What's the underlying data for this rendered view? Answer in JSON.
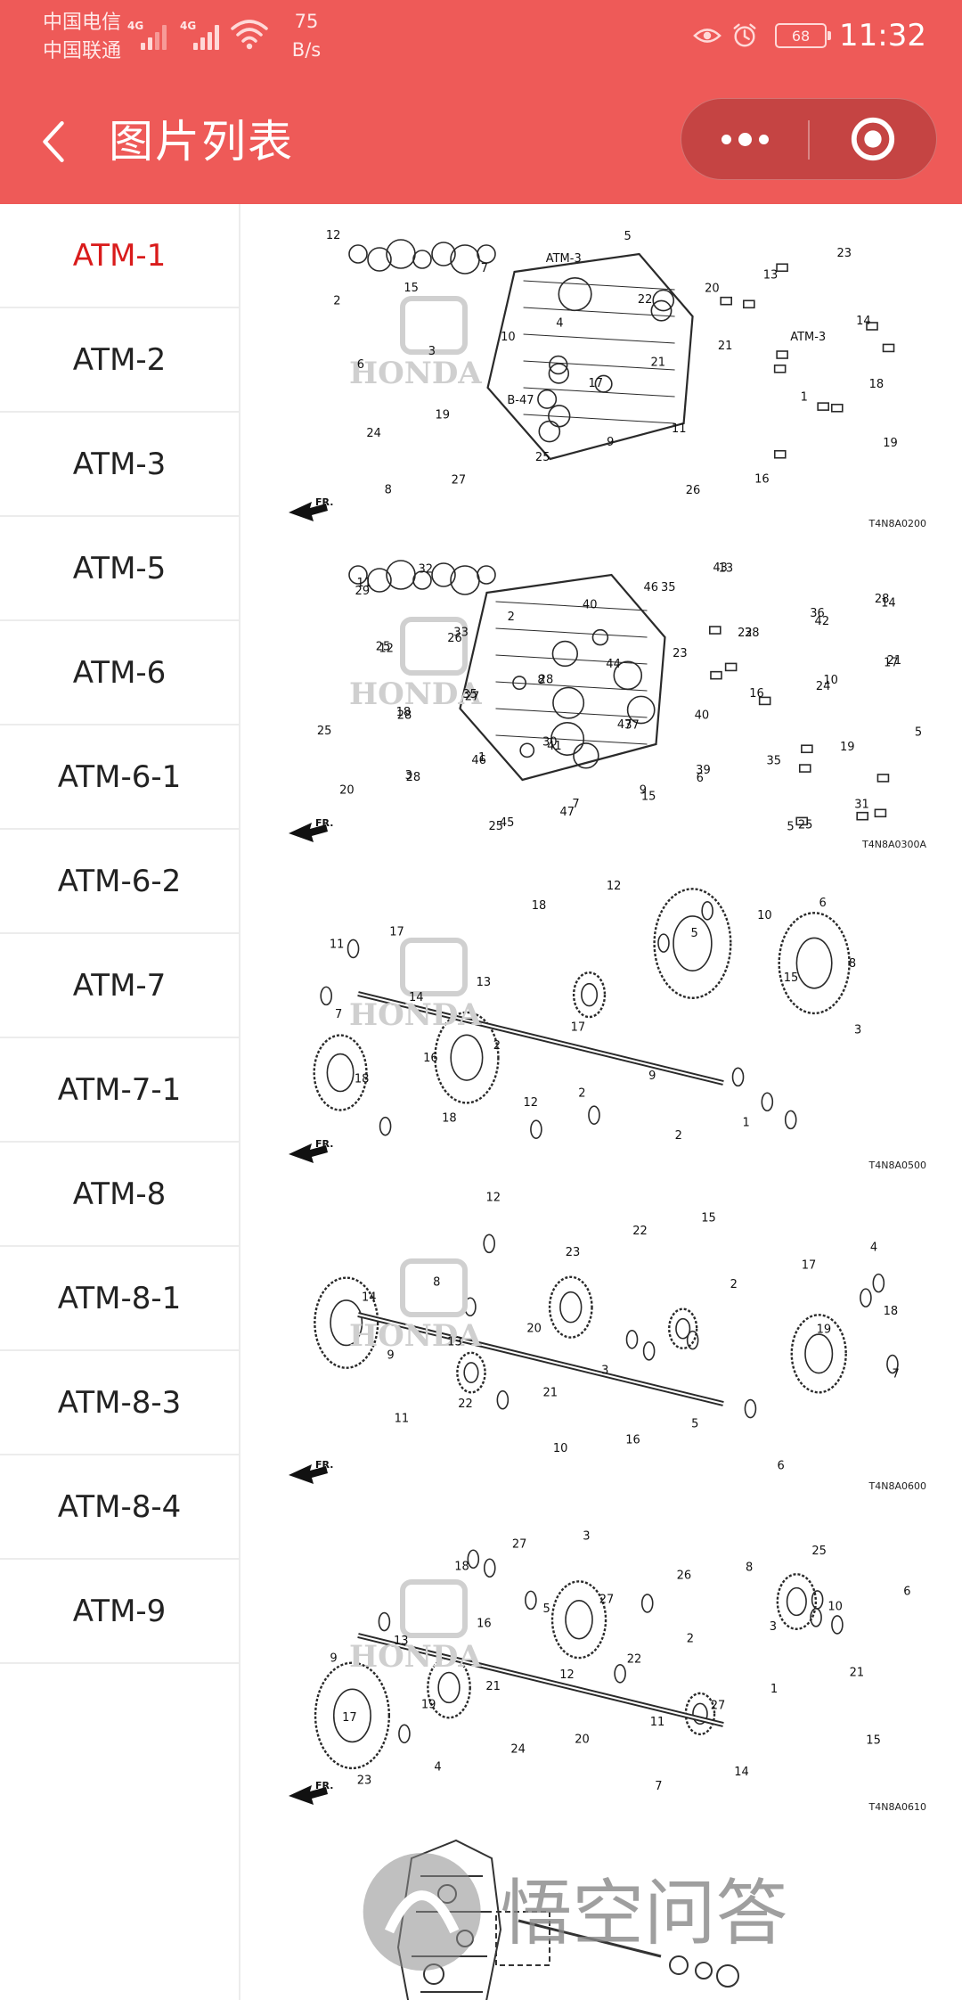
{
  "status_bar": {
    "carrier_1": "中国电信",
    "carrier_2": "中国联通",
    "network_1": "4G",
    "network_2": "4G",
    "speed_value": "75",
    "speed_unit": "B/s",
    "battery": "68",
    "time": "11:32"
  },
  "header": {
    "title": "图片列表"
  },
  "sidebar": {
    "items": [
      {
        "label": "ATM-1",
        "active": true
      },
      {
        "label": "ATM-2"
      },
      {
        "label": "ATM-3"
      },
      {
        "label": "ATM-5"
      },
      {
        "label": "ATM-6"
      },
      {
        "label": "ATM-6-1"
      },
      {
        "label": "ATM-6-2"
      },
      {
        "label": "ATM-7"
      },
      {
        "label": "ATM-7-1"
      },
      {
        "label": "ATM-8"
      },
      {
        "label": "ATM-8-1"
      },
      {
        "label": "ATM-8-3"
      },
      {
        "label": "ATM-8-4"
      },
      {
        "label": "ATM-9"
      }
    ]
  },
  "diagrams": [
    {
      "code": "T4N8A0200",
      "fr": "FR.",
      "brand": "HONDA",
      "labels": [
        "12",
        "15",
        "10",
        "17",
        "11",
        "16",
        "23",
        "2",
        "3",
        "B-47",
        "9",
        "26",
        "13",
        "14",
        "6",
        "19",
        "25",
        "5",
        "20",
        "ATM-3",
        "18",
        "24",
        "27",
        "ATM-3",
        "22",
        "21",
        "1",
        "19",
        "8",
        "7",
        "4",
        "21"
      ]
    },
    {
      "code": "T4N8A0300A",
      "fr": "FR.",
      "brand": "HONDA",
      "labels": [
        "11",
        "33",
        "8",
        "37",
        "39",
        "25",
        "28",
        "25",
        "35",
        "30",
        "9",
        "43",
        "36",
        "21",
        "28",
        "46",
        "7",
        "35",
        "38",
        "10",
        "25",
        "28",
        "25",
        "40",
        "23",
        "16",
        "19",
        "20",
        "32",
        "2",
        "44",
        "40",
        "35",
        "31",
        "29",
        "26",
        "28",
        "47",
        "6",
        "5",
        "14",
        "12",
        "27",
        "41",
        "15",
        "13",
        "42",
        "17",
        "18",
        "1",
        "47",
        "46",
        "22",
        "24",
        "5",
        "3",
        "45"
      ]
    },
    {
      "code": "T4N8A0500",
      "fr": "FR.",
      "brand": "HONDA",
      "labels": [
        "17",
        "13",
        "17",
        "9",
        "1",
        "6",
        "11",
        "14",
        "2",
        "2",
        "2",
        "10",
        "8",
        "7",
        "16",
        "12",
        "12",
        "5",
        "15",
        "3",
        "18",
        "18",
        "18"
      ]
    },
    {
      "code": "T4N8A0600",
      "fr": "FR.",
      "brand": "HONDA",
      "labels": [
        "8",
        "20",
        "3",
        "5",
        "6",
        "4",
        "14",
        "13",
        "21",
        "16",
        "15",
        "17",
        "18",
        "9",
        "22",
        "10",
        "22",
        "2",
        "19",
        "7",
        "11",
        "12",
        "23"
      ]
    },
    {
      "code": "T4N8A0610",
      "fr": "FR.",
      "brand": "HONDA",
      "labels": [
        "16",
        "12",
        "11",
        "14",
        "25",
        "6",
        "13",
        "21",
        "20",
        "7",
        "8",
        "10",
        "9",
        "19",
        "24",
        "3",
        "26",
        "3",
        "21",
        "17",
        "4",
        "27",
        "27",
        "2",
        "1",
        "15",
        "23",
        "18",
        "5",
        "22",
        "27"
      ]
    }
  ],
  "watermark": "悟空问答"
}
